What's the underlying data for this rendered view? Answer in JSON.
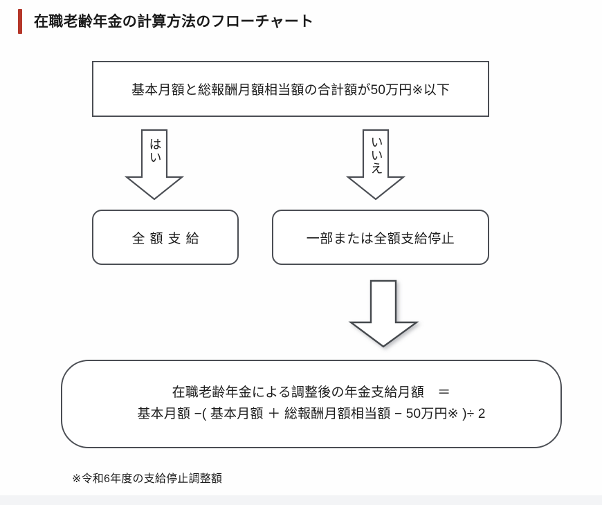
{
  "page": {
    "title": "在職老齢年金の計算方法のフローチャート",
    "accent_color": "#b5372a",
    "border_color": "#4b4e54",
    "background_color": "#fefefe"
  },
  "flowchart": {
    "decision": {
      "label": "基本月額と総報酬月額相当額の合計額が50万円※以下"
    },
    "branches": [
      {
        "label": "はい",
        "target": "全額支給"
      },
      {
        "label": "いいえ",
        "target": "一部または全額支給停止"
      }
    ],
    "outcome_yes": {
      "label": "全額支給"
    },
    "outcome_no": {
      "label": "一部または全額支給停止"
    },
    "result": {
      "line1": "在職老齢年金による調整後の年金支給月額　＝",
      "line2": "基本月額 −( 基本月額 ＋ 総報酬月額相当額 − 50万円※ )÷ 2"
    }
  },
  "footnote": {
    "text": "※令和6年度の支給停止調整額"
  }
}
